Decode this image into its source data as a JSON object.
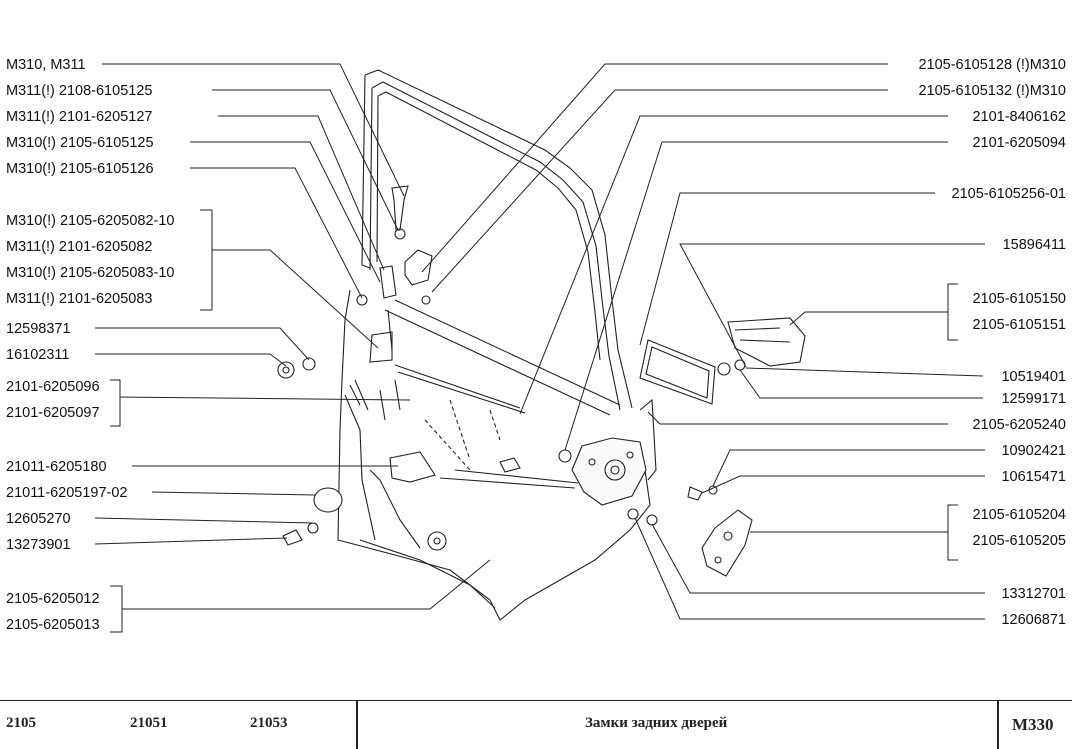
{
  "labels": {
    "l01": "M310, M311",
    "l02": "M311(!) 2108-6105125",
    "l03": "M311(!) 2101-6205127",
    "l04": "M310(!) 2105-6105125",
    "l05": "M310(!) 2105-6105126",
    "l06": "M310(!) 2105-6205082-10",
    "l07": "M311(!) 2101-6205082",
    "l08": "M310(!) 2105-6205083-10",
    "l09": "M311(!) 2101-6205083",
    "l10": "12598371",
    "l11": "16102311",
    "l12": "2101-6205096",
    "l13": "2101-6205097",
    "l14": "21011-6205180",
    "l15": "21011-6205197-02",
    "l16": "12605270",
    "l17": "13273901",
    "l18": "2105-6205012",
    "l19": "2105-6205013",
    "r01": "2105-6105128 (!)M310",
    "r02": "2105-6105132 (!)M310",
    "r03": "2101-8406162",
    "r04": "2101-6205094",
    "r05": "2105-6105256-01",
    "r06": "15896411",
    "r07": "2105-6105150",
    "r08": "2105-6105151",
    "r09": "10519401",
    "r10": "12599171",
    "r11": "2105-6205240",
    "r12": "10902421",
    "r13": "10615471",
    "r14": "2105-6105204",
    "r15": "2105-6105205",
    "r16": "13312701",
    "r17": "12606871"
  },
  "footer": {
    "model_1": "2105",
    "model_2": "21051",
    "model_3": "21053",
    "title": "Замки задних дверей",
    "code": "M330"
  }
}
